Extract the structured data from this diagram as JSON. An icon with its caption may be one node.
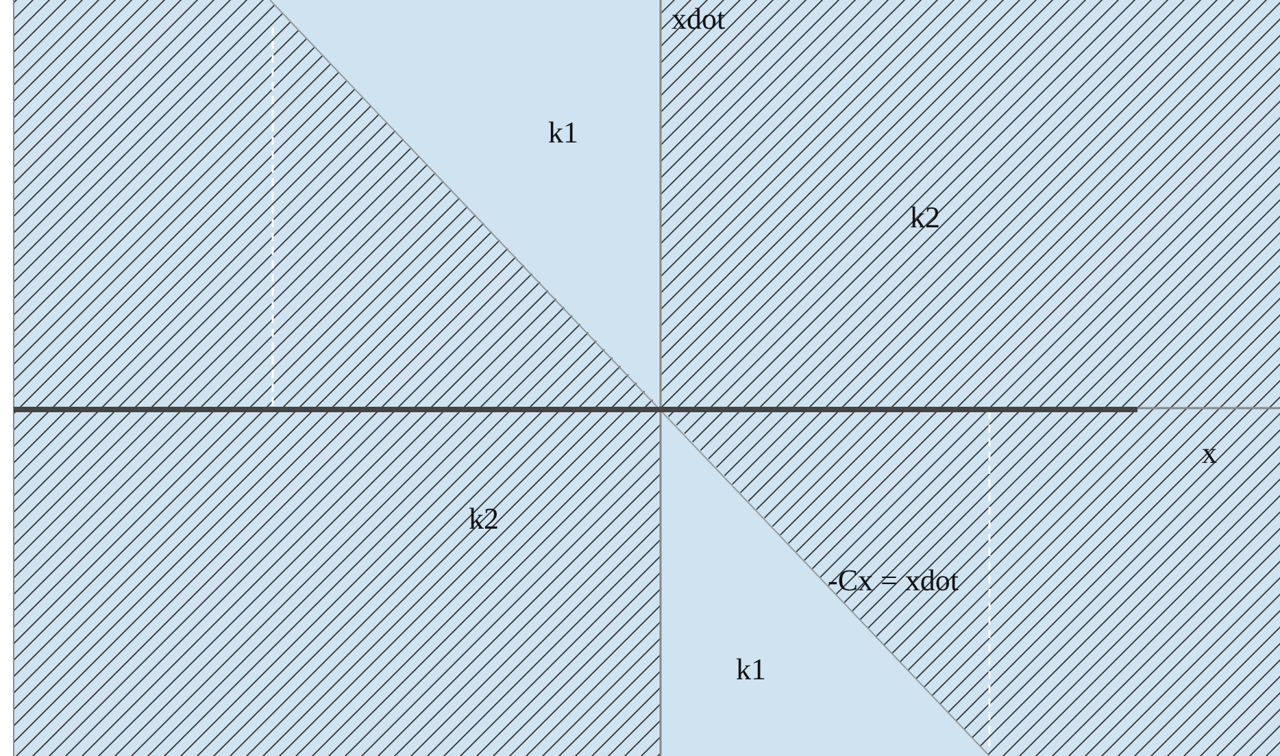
{
  "diagram": {
    "labels": [
      "xdot",
      "k1",
      "k2",
      "x",
      "k2",
      "-Cx = xdot",
      "k1"
    ]
  }
}
